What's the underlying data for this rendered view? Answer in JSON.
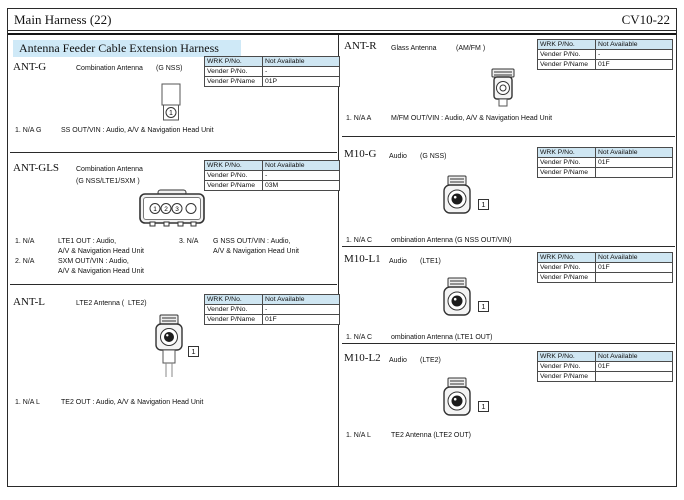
{
  "colors": {
    "banner_bg": "#cfe9f7",
    "table_header_bg": "#cfe6f2",
    "border": "#2a2a2a"
  },
  "header": {
    "title": "Main Harness (22)",
    "page_code": "CV10-22"
  },
  "left": {
    "banner": "Antenna Feeder Cable Extension Harness",
    "ant_g": {
      "id": "ANT-G",
      "desc": "Combination Antenna",
      "qual": "(G NSS)",
      "pin": "1",
      "table": {
        "r0l": "WRK P/No.",
        "r0v": "Not Available",
        "r1l": "Vender P/No.",
        "r1v": "-",
        "r2l": "Vender P/Name",
        "r2v": "01P"
      },
      "note_num": "1. N/A G",
      "note_text": "SS OUT/VIN : Audio, A/V & Navigation Head Unit"
    },
    "ant_gls": {
      "id": "ANT-GLS",
      "desc": "Combination Antenna",
      "qual": "(G NSS/LTE1/SXM )",
      "pins": [
        "1",
        "2",
        "3"
      ],
      "table": {
        "r0l": "WRK P/No.",
        "r0v": "Not Available",
        "r1l": "Vender P/No.",
        "r1v": "-",
        "r2l": "Vender P/Name",
        "r2v": "03M"
      },
      "notes": [
        {
          "num": "1. N/A",
          "l1": "LTE1 OUT : Audio,",
          "l2": "A/V & Navigation Head Unit"
        },
        {
          "num": "2. N/A",
          "l1": "SXM OUT/VIN : Audio,",
          "l2": "A/V & Navigation Head Unit"
        },
        {
          "num": "3. N/A",
          "l1": "G NSS OUT/VIN : Audio,",
          "l2": "A/V & Navigation Head Unit"
        }
      ]
    },
    "ant_l": {
      "id": "ANT-L",
      "desc": "LTE2 Antenna (",
      "qual": "LTE2)",
      "pin": "1",
      "table": {
        "r0l": "WRK P/No.",
        "r0v": "Not Available",
        "r1l": "Vender P/No.",
        "r1v": "-",
        "r2l": "Vender P/Name",
        "r2v": "01F"
      },
      "note_num": "1. N/A L",
      "note_text": "TE2 OUT : Audio, A/V & Navigation Head Unit"
    }
  },
  "right": {
    "ant_r": {
      "id": "ANT-R",
      "desc": "Glass Antenna",
      "qual": "(AM/FM )",
      "table": {
        "r0l": "WRK P/No.",
        "r0v": "Not Available",
        "r1l": "Vender P/No.",
        "r1v": "-",
        "r2l": "Vender P/Name",
        "r2v": "01F"
      },
      "note_num": "1. N/A A",
      "note_text": "M/FM OUT/VIN : Audio, A/V & Navigation Head Unit"
    },
    "m10_g": {
      "id": "M10-G",
      "desc": "Audio",
      "qual": "(G NSS)",
      "pin": "1",
      "table": {
        "r0l": "WRK P/No.",
        "r0v": "Not Available",
        "r1l": "Vender P/No.",
        "r1v": "01F",
        "r2l": "Vender P/Name",
        "r2v": ""
      },
      "note_num": "1. N/A C",
      "note_text": "ombination Antenna (G NSS OUT/VIN)"
    },
    "m10_l1": {
      "id": "M10-L1",
      "desc": "Audio",
      "qual": "(LTE1)",
      "pin": "1",
      "table": {
        "r0l": "WRK P/No.",
        "r0v": "Not Available",
        "r1l": "Vender P/No.",
        "r1v": "01F",
        "r2l": "Vender P/Name",
        "r2v": ""
      },
      "note_num": "1. N/A C",
      "note_text": "ombination Antenna (LTE1 OUT)"
    },
    "m10_l2": {
      "id": "M10-L2",
      "desc": "Audio",
      "qual": "(LTE2)",
      "pin": "1",
      "table": {
        "r0l": "WRK P/No.",
        "r0v": "Not Available",
        "r1l": "Vender P/No.",
        "r1v": "01F",
        "r2l": "Vender P/Name",
        "r2v": ""
      },
      "note_num": "1. N/A L",
      "note_text": "TE2 Antenna (LTE2 OUT)"
    }
  }
}
